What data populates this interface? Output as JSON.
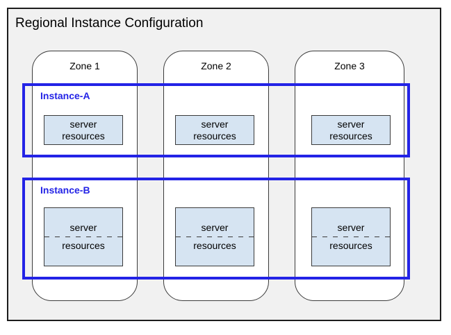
{
  "title": "Regional Instance Configuration",
  "zones": [
    {
      "label": "Zone 1"
    },
    {
      "label": "Zone 2"
    },
    {
      "label": "Zone 3"
    }
  ],
  "instances": [
    {
      "label": "Instance-A",
      "boxes": [
        {
          "line1": "server",
          "line2": "resources"
        },
        {
          "line1": "server",
          "line2": "resources"
        },
        {
          "line1": "server",
          "line2": "resources"
        }
      ]
    },
    {
      "label": "Instance-B",
      "boxes": [
        {
          "line1": "server",
          "line2": "resources"
        },
        {
          "line1": "server",
          "line2": "resources"
        },
        {
          "line1": "server",
          "line2": "resources"
        }
      ]
    }
  ],
  "colors": {
    "accent": "#2323e6",
    "server_box_fill": "#d6e4f2",
    "region_fill": "#f1f1f1"
  }
}
